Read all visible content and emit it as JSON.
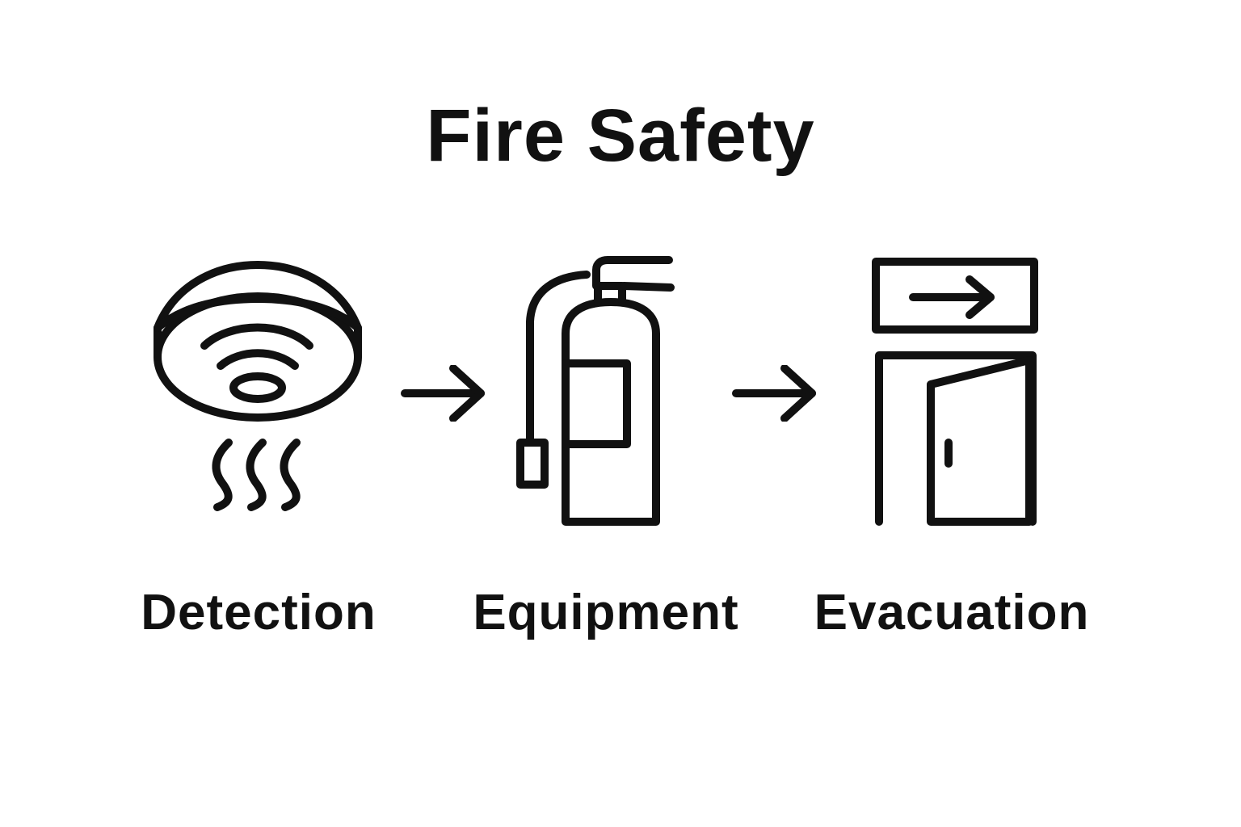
{
  "title": "Fire Safety",
  "steps": [
    {
      "label": "Detection",
      "icon": "smoke-detector-icon"
    },
    {
      "label": "Equipment",
      "icon": "fire-extinguisher-icon"
    },
    {
      "label": "Evacuation",
      "icon": "exit-door-icon"
    }
  ],
  "connectors": [
    "arrow-right-icon",
    "arrow-right-icon"
  ],
  "colors": {
    "ink": "#111111",
    "background": "#ffffff"
  }
}
